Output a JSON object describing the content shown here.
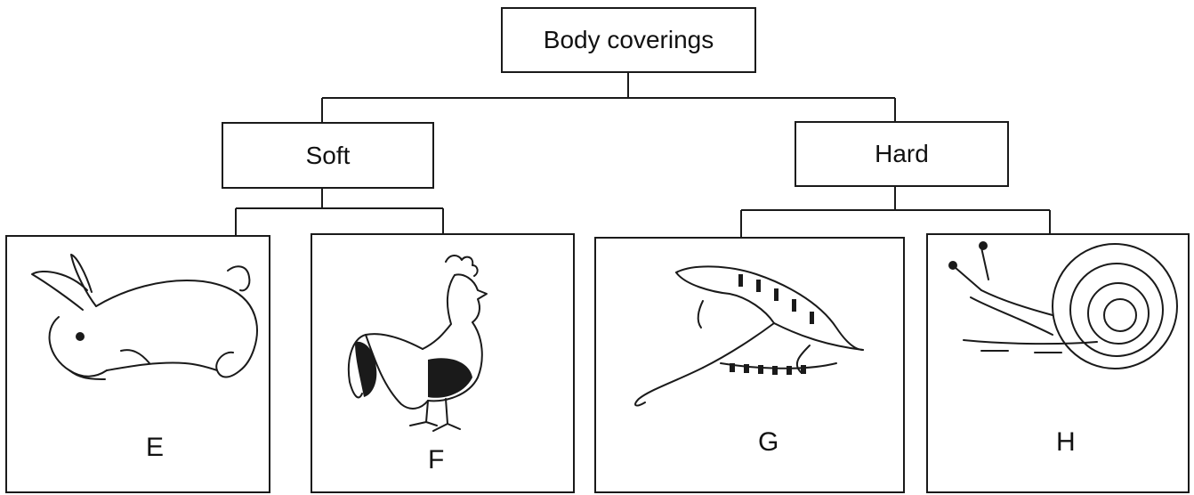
{
  "root": {
    "label": "Body coverings"
  },
  "categories": [
    {
      "label": "Soft"
    },
    {
      "label": "Hard"
    }
  ],
  "animals": [
    {
      "letter": "E",
      "icon": "rabbit-icon"
    },
    {
      "letter": "F",
      "icon": "rooster-icon"
    },
    {
      "letter": "G",
      "icon": "lizard-icon"
    },
    {
      "letter": "H",
      "icon": "snail-icon"
    }
  ]
}
